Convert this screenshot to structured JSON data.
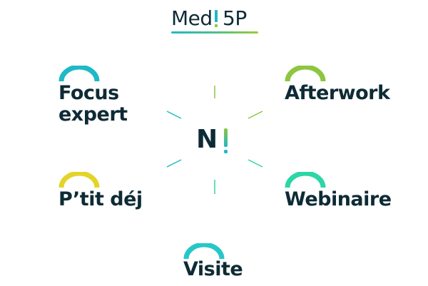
{
  "logo": {
    "left": "Med",
    "right": "5P"
  },
  "center": {
    "letter": "N"
  },
  "nodes": [
    {
      "id": "focus",
      "label_lines": [
        "Focus",
        "expert"
      ],
      "color": "#1fb9c6"
    },
    {
      "id": "afterwork",
      "label_lines": [
        "Afterwork"
      ],
      "color": "#8dc63f"
    },
    {
      "id": "ptit",
      "label_lines": [
        "P’tit déj"
      ],
      "color": "#e3d42a"
    },
    {
      "id": "webinaire",
      "label_lines": [
        "Webinaire"
      ],
      "color": "#2cd6a6"
    },
    {
      "id": "visite",
      "label_lines": [
        "Visite"
      ],
      "color": "#27c7c9"
    }
  ],
  "colors": {
    "text": "#0e2b35",
    "spoke": "#1fb9c6",
    "spoke_alt": "#8dc63f"
  }
}
